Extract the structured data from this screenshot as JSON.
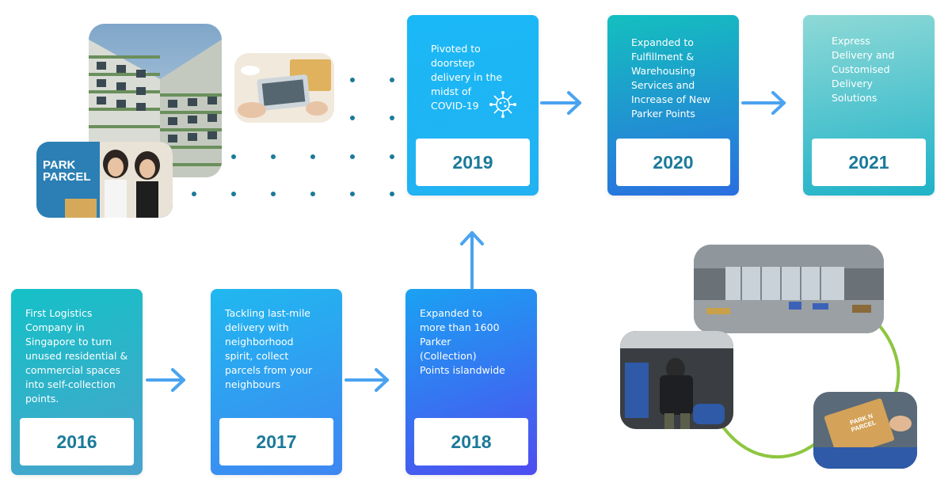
{
  "timeline": [
    {
      "year": "2016",
      "desc": "First Logistics\nCompany in\nSingapore to turn\nunused residential &\ncommercial spaces\ninto self-collection\npoints."
    },
    {
      "year": "2017",
      "desc": "Tackling last-mile\ndelivery with\nneighborhood\nspirit, collect\nparcels from your\nneighbours"
    },
    {
      "year": "2018",
      "desc": "Expanded to\nmore than 1600\nParker\n(Collection)\nPoints islandwide"
    },
    {
      "year": "2019",
      "desc": "Pivoted to\ndoorstep\ndelivery in the\nmidst of\nCOVID-19"
    },
    {
      "year": "2020",
      "desc": "Expanded to\nFulfillment &\nWarehousing\nServices and\nIncrease of New\nParker Points"
    },
    {
      "year": "2021",
      "desc": "Express\nDelivery and\nCustomised\nDelivery\nSolutions"
    }
  ],
  "brand": {
    "logo_line1": "PARK",
    "logo_line2": "PARCEL",
    "box_logo": "PARK N PARCEL"
  },
  "colors": {
    "arrow": "#4aa3f0",
    "dots": "#1b7a99",
    "ring": "#8dc63f",
    "year_text": "#1b7a99"
  },
  "icons": {
    "virus": "virus-icon"
  }
}
